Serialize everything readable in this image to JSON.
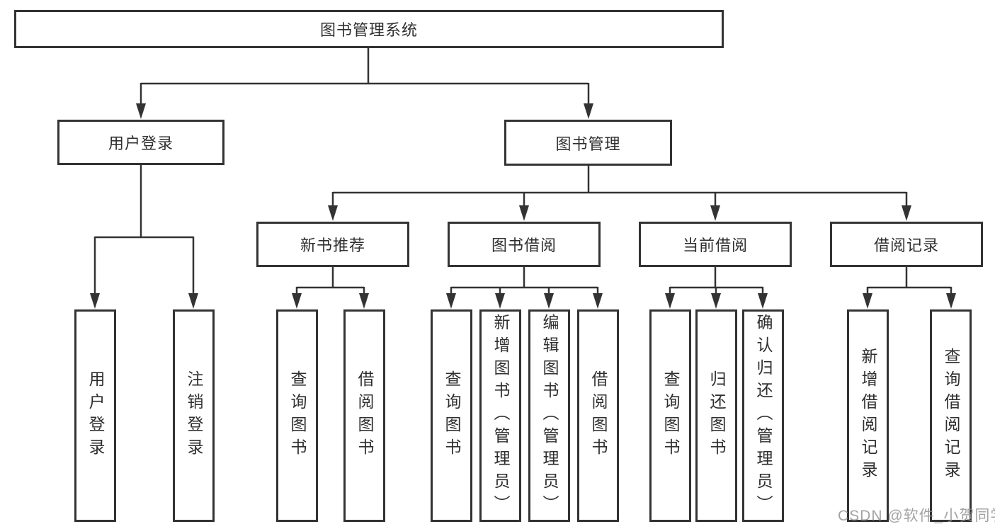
{
  "colors": {
    "line": "#333333",
    "box_border": "#333333",
    "box_fill": "#ffffff",
    "text": "#2f2f2f",
    "watermark": "#8f8f8f",
    "background": "#ffffff"
  },
  "watermark": {
    "text": "CSDN @软件_小贺同学"
  },
  "tree": {
    "root": {
      "label": "图书管理系统",
      "children": [
        {
          "label": "用户登录",
          "children": [
            {
              "label": "用户登录"
            },
            {
              "label": "注销登录"
            }
          ]
        },
        {
          "label": "图书管理",
          "children": [
            {
              "label": "新书推荐",
              "children": [
                {
                  "label": "查询图书"
                },
                {
                  "label": "借阅图书"
                }
              ]
            },
            {
              "label": "图书借阅",
              "children": [
                {
                  "label": "查询图书"
                },
                {
                  "label": "新增图书（管理员）"
                },
                {
                  "label": "编辑图书（管理员）"
                },
                {
                  "label": "借阅图书"
                }
              ]
            },
            {
              "label": "当前借阅",
              "children": [
                {
                  "label": "查询图书"
                },
                {
                  "label": "归还图书"
                },
                {
                  "label": "确认归还（管理员）"
                }
              ]
            },
            {
              "label": "借阅记录",
              "children": [
                {
                  "label": "新增借阅记录"
                },
                {
                  "label": "查询借阅记录"
                }
              ]
            }
          ]
        }
      ]
    }
  }
}
